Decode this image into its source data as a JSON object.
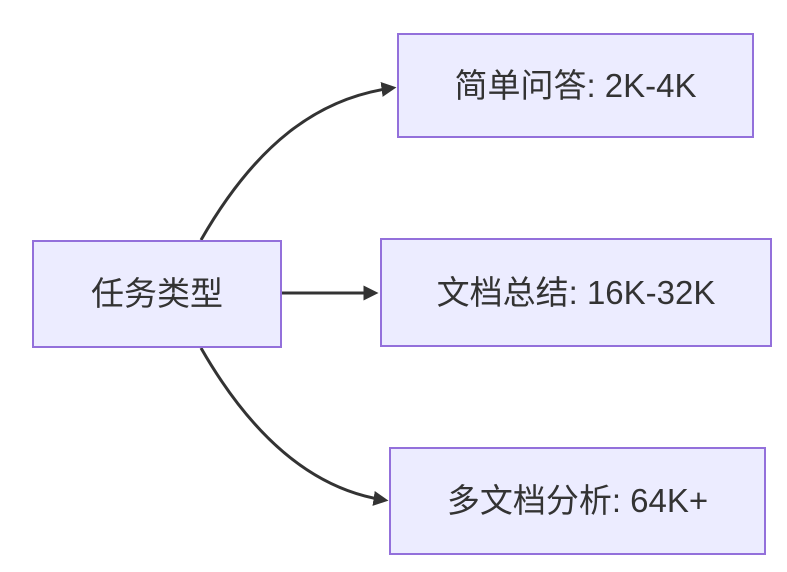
{
  "diagram": {
    "type": "flowchart",
    "direction": "left-to-right",
    "root": {
      "id": "task-type",
      "label": "任务类型"
    },
    "branches": [
      {
        "id": "simple-qa",
        "label": "简单问答: 2K-4K"
      },
      {
        "id": "doc-summary",
        "label": "文档总结: 16K-32K"
      },
      {
        "id": "multi-doc",
        "label": "多文档分析: 64K+"
      }
    ],
    "edges": [
      {
        "from": "task-type",
        "to": "simple-qa"
      },
      {
        "from": "task-type",
        "to": "doc-summary"
      },
      {
        "from": "task-type",
        "to": "multi-doc"
      }
    ],
    "colors": {
      "node_fill": "#ECECFF",
      "node_border": "#9370DB",
      "edge_line": "#333333",
      "text": "#333333",
      "background": "#FFFFFF"
    }
  }
}
